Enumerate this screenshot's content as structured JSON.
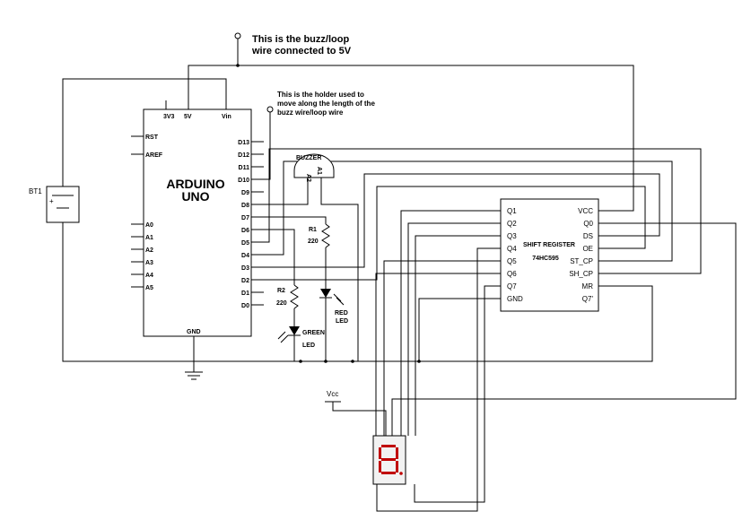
{
  "arduino": {
    "title_line1": "ARDUINO",
    "title_line2": "UNO",
    "pin_3v3": "3V3",
    "pin_5v": "5V",
    "pin_vin": "Vin",
    "pin_gnd": "GND",
    "left_pins": [
      "RST",
      "AREF",
      "A0",
      "A1",
      "A2",
      "A3",
      "A4",
      "A5"
    ],
    "right_pins": [
      "D13",
      "D12",
      "D11",
      "D10",
      "D9",
      "D8",
      "D7",
      "D6",
      "D5",
      "D4",
      "D3",
      "D2",
      "D1",
      "D0"
    ]
  },
  "battery": {
    "label": "BT1",
    "plus": "+"
  },
  "buzzer": {
    "label": "BUZZER",
    "pin_a": "A2",
    "pin_b": "A1"
  },
  "r1": {
    "name": "R1",
    "value": "220"
  },
  "r2": {
    "name": "R2",
    "value": "220"
  },
  "red_led": {
    "line1": "RED",
    "line2": "LED"
  },
  "green_led": {
    "line1": "GREEN",
    "line2": "LED"
  },
  "shift_register": {
    "title": "SHIFT REGISTER",
    "part": "74HC595",
    "left_pins": [
      "Q1",
      "Q2",
      "Q3",
      "Q4",
      "Q5",
      "Q6",
      "Q7",
      "GND"
    ],
    "right_pins": [
      "VCC",
      "Q0",
      "DS",
      "OE",
      "ST_CP",
      "SH_CP",
      "MR",
      "Q7'"
    ]
  },
  "vcc_label": "Vcc",
  "notes": {
    "buzz_line1": "This is the buzz/loop",
    "buzz_line2": "wire connected to 5V",
    "holder_line1": "This is the holder used to",
    "holder_line2": "move along the length of the",
    "holder_line3": "buzz wire/loop wire"
  },
  "display": {
    "digit": "8"
  },
  "colors": {
    "wire": "#000000",
    "segment": "#c00000",
    "background": "#ffffff"
  }
}
